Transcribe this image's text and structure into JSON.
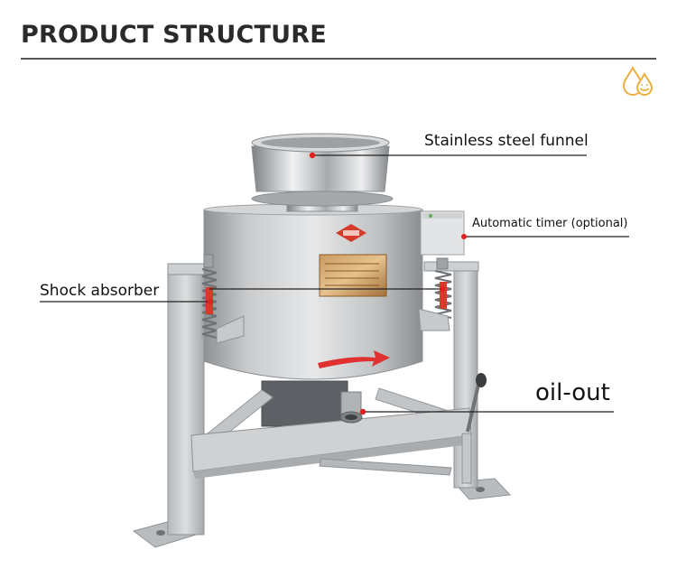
{
  "header": {
    "title": "PRODUCT STRUCTURE"
  },
  "logo": {
    "icon": "oil-drops-icon",
    "color": "#e9b040"
  },
  "callouts": {
    "funnel": "Stainless steel funnel",
    "timer": "Automatic timer (optional)",
    "shock_absorber": "Shock absorber",
    "oil_out": "oil-out"
  },
  "colors": {
    "leader_line": "#222222",
    "marker_dot": "#e02020",
    "machine_steel": "#c4c6c8",
    "arrow_red": "#e03030",
    "nameplate": "#b07840"
  }
}
